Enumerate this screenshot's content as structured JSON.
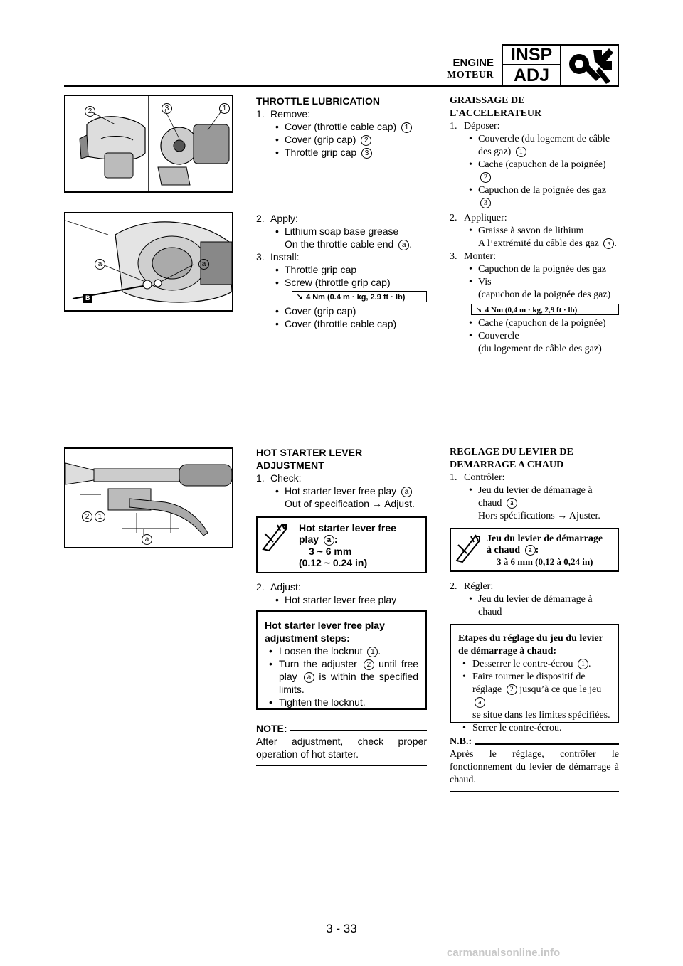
{
  "header": {
    "section_en": "ENGINE",
    "section_fr": "MOTEUR",
    "tab_top": "INSP",
    "tab_bottom": "ADJ",
    "icon": "wrench-tool-icon"
  },
  "figures": {
    "fig1": {
      "labels": [
        "2",
        "3",
        "1"
      ]
    },
    "fig2": {
      "labels": [
        "a",
        "a",
        "B"
      ]
    },
    "fig3": {
      "labels": [
        "2",
        "1",
        "a"
      ]
    }
  },
  "en": {
    "throttle": {
      "title": "THROTTLE LUBRICATION",
      "step1": "1.",
      "step1_text": "Remove:",
      "s1_items": [
        {
          "text": "Cover (throttle cable cap)",
          "ref": "1"
        },
        {
          "text": "Cover (grip cap)",
          "ref": "2"
        },
        {
          "text": "Throttle grip cap",
          "ref": "3"
        }
      ],
      "step2": "2.",
      "step2_text": "Apply:",
      "s2_item": "Lithium soap base grease",
      "s2_sub": "On the throttle cable end",
      "s2_sub_ref": "a",
      "step3": "3.",
      "step3_text": "Install:",
      "s3_items": [
        "Throttle grip cap",
        "Screw (throttle grip cap)"
      ],
      "torque": "4 Nm (0.4 m · kg, 2.9 ft · lb)",
      "s3_items_after": [
        "Cover (grip cap)",
        "Cover (throttle cable cap)"
      ]
    },
    "hotstarter": {
      "title_line1": "HOT STARTER LEVER",
      "title_line2": "ADJUSTMENT",
      "step1": "1.",
      "step1_text": "Check:",
      "check_item": "Hot starter lever free play",
      "check_ref": "a",
      "out_of_spec": "Out of specification → Adjust.",
      "spec_line1": "Hot starter lever free",
      "spec_line2": "play",
      "spec_ref": "a",
      "spec_value1": "3 ~ 6 mm",
      "spec_value2": "(0.12 ~ 0.24 in)",
      "step2": "2.",
      "step2_text": "Adjust:",
      "adjust_item": "Hot starter lever free play",
      "steps_title1": "Hot starter lever free play",
      "steps_title2": "adjustment steps:",
      "steps": [
        {
          "text": "Loosen the locknut",
          "ref": "1",
          "end": "."
        },
        {
          "text": "Turn the adjuster",
          "ref": "2",
          "mid": "until free play",
          "ref2": "a",
          "end": "is within the specified limits."
        },
        {
          "text": "Tighten the locknut.",
          "ref": "",
          "end": ""
        }
      ],
      "note_label": "NOTE:",
      "note_text": "After adjustment, check proper operation of hot starter."
    }
  },
  "fr": {
    "throttle": {
      "title_line1": "GRAISSAGE DE",
      "title_line2": "L’ACCELERATEUR",
      "step1": "1.",
      "step1_text": "Déposer:",
      "s1_item1a": "Couvercle (du logement de câble",
      "s1_item1b": "des gaz)",
      "s1_item1_ref": "1",
      "s1_item2a": "Cache (capuchon de la poignée)",
      "s1_item2_ref": "2",
      "s1_item3a": "Capuchon de la poignée des gaz",
      "s1_item3_ref": "3",
      "step2": "2.",
      "step2_text": "Appliquer:",
      "s2_item": "Graisse à savon de lithium",
      "s2_sub": "A l’extrémité du câble des gaz",
      "s2_sub_ref": "a",
      "step3": "3.",
      "step3_text": "Monter:",
      "s3_item1": "Capuchon de la poignée des gaz",
      "s3_item2": "Vis",
      "s3_item2_sub": "(capuchon de la poignée des gaz)",
      "torque": "4 Nm (0,4 m · kg, 2,9 ft · lb)",
      "s3_item3": "Cache (capuchon de la poignée)",
      "s3_item4": "Couvercle",
      "s3_item4_sub": "(du logement de câble des gaz)"
    },
    "hotstarter": {
      "title_line1": "REGLAGE DU LEVIER DE",
      "title_line2": "DEMARRAGE A CHAUD",
      "step1": "1.",
      "step1_text": "Contrôler:",
      "check_item1": "Jeu du levier de démarrage à",
      "check_item2": "chaud",
      "check_ref": "a",
      "out_of_spec": "Hors spécifications → Ajuster.",
      "spec_line1": "Jeu du levier de démarrage",
      "spec_line2": "à chaud",
      "spec_ref": "a",
      "spec_value": "3 à 6 mm (0,12 à 0,24 in)",
      "step2": "2.",
      "step2_text": "Régler:",
      "adjust_item1": "Jeu du levier de démarrage à",
      "adjust_item2": "chaud",
      "steps_title1": "Etapes du réglage du jeu du levier",
      "steps_title2": "de démarrage à chaud:",
      "step_a": "Desserrer le contre-écrou",
      "step_a_ref": "1",
      "step_b1": "Faire tourner le dispositif de",
      "step_b2": "réglage",
      "step_b2_ref": "2",
      "step_b2_end": "jusqu’à ce que le jeu",
      "step_b2_ref2": "a",
      "step_b3": "se situe dans les limites spécifiées.",
      "step_c": "Serrer le contre-écrou.",
      "note_label": "N.B.:",
      "note_text": "Après le réglage, contrôler le fonctionnement du levier de démarrage à chaud."
    }
  },
  "page_number": "3 - 33",
  "watermark": "carmanualsonline.info"
}
